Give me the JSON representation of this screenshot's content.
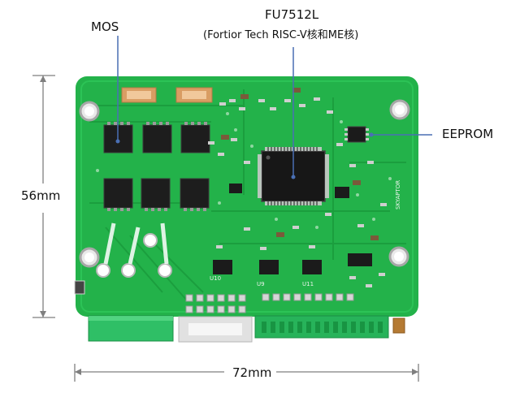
{
  "labels": {
    "mos": "MOS",
    "chip": "FU7512L",
    "chip_sub": "(Fortior Tech RISC-V核和ME核)",
    "eeprom": "EEPROM",
    "height": "56mm",
    "width": "72mm"
  },
  "colors": {
    "pcb": "#23b24a",
    "pcb_dark": "#189a3c",
    "silk": "#e8f3ea",
    "chip": "#1c1c1c",
    "pad": "#d8d8d8",
    "terminal": "#2fbf66",
    "callout": "#4a6fb4",
    "dimension": "#7f7f7f"
  },
  "board_markings": {
    "u10": "U10",
    "u11": "U11",
    "u9": "U9",
    "brand": "SKYAPTOR"
  }
}
